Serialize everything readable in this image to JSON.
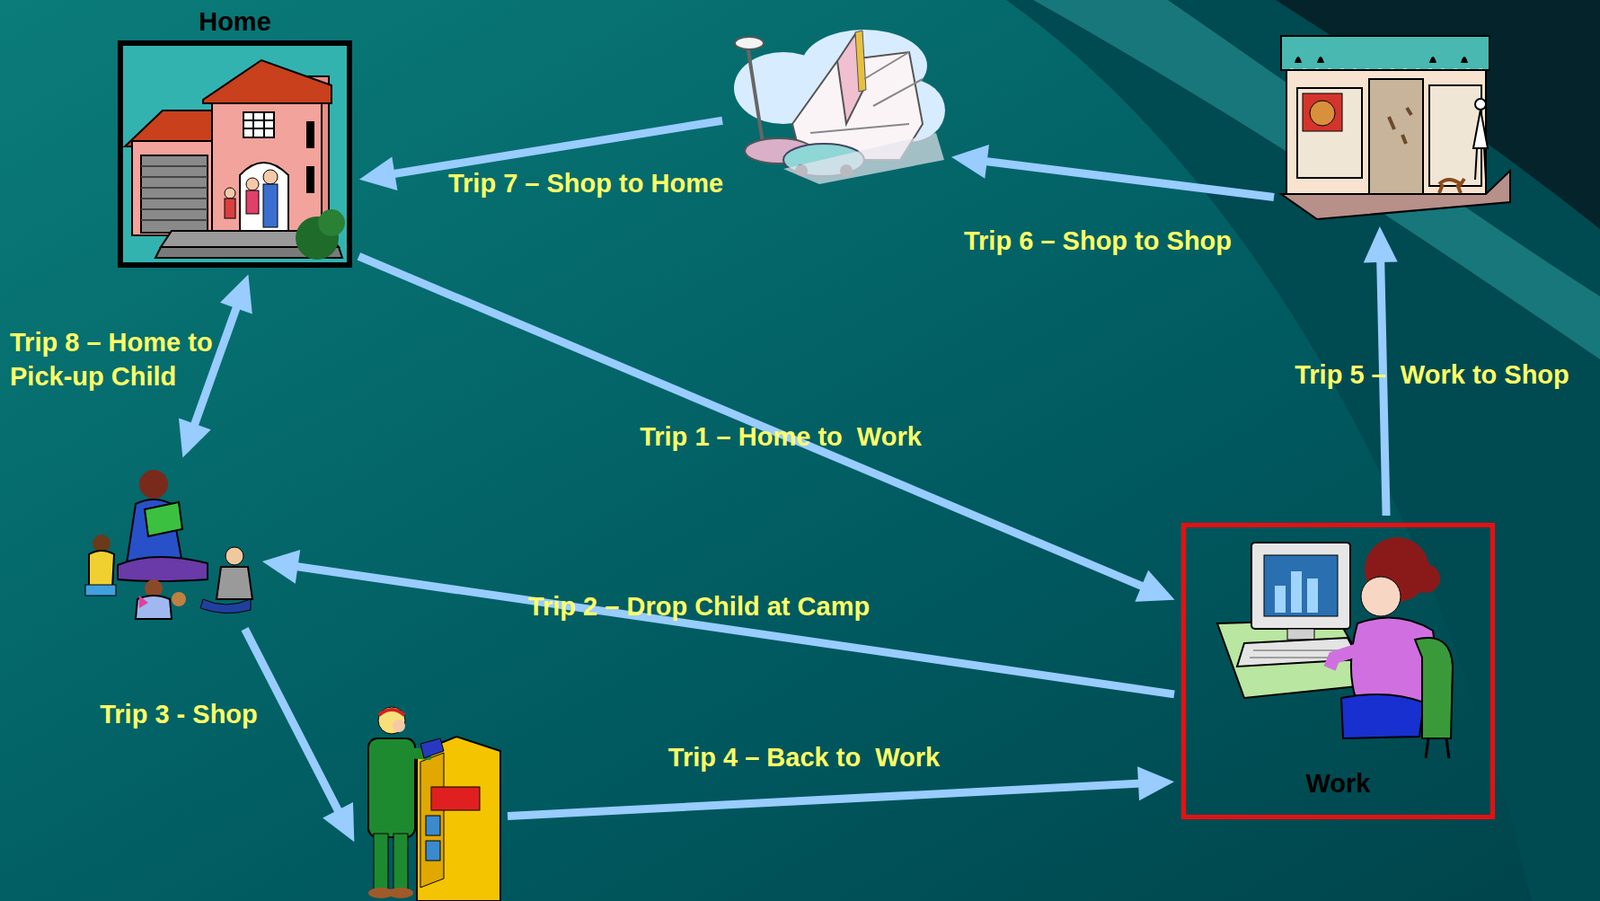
{
  "diagram": {
    "nodes": [
      {
        "text": [
          "Home"
        ]
      },
      {
        "text": []
      },
      {
        "text": []
      },
      {
        "text": []
      },
      {
        "text": [
          "Work"
        ]
      },
      {
        "text": []
      }
    ],
    "edges": [
      {
        "from": 0,
        "to": 4,
        "arrow": "to",
        "label": "Trip 1 – Home to  Work"
      },
      {
        "from": 4,
        "to": 3,
        "arrow": "to",
        "label": "Trip 2 – Drop Child at Camp"
      },
      {
        "from": 3,
        "to": 5,
        "arrow": "to",
        "label": "Trip 3 - Shop"
      },
      {
        "from": 5,
        "to": 4,
        "arrow": "to",
        "label": "Trip 4 – Back to  Work"
      },
      {
        "from": 4,
        "to": 2,
        "arrow": "to",
        "label": "Trip 5 –  Work to Shop"
      },
      {
        "from": 2,
        "to": 1,
        "arrow": "to",
        "label": "Trip 6 – Shop to Shop"
      },
      {
        "from": 1,
        "to": 0,
        "arrow": "to",
        "label": "Trip 7 – Shop to Home"
      },
      {
        "from": 0,
        "to": 3,
        "arrow": "both",
        "label": "Trip 8 – Home to Pick-up Child"
      }
    ]
  }
}
